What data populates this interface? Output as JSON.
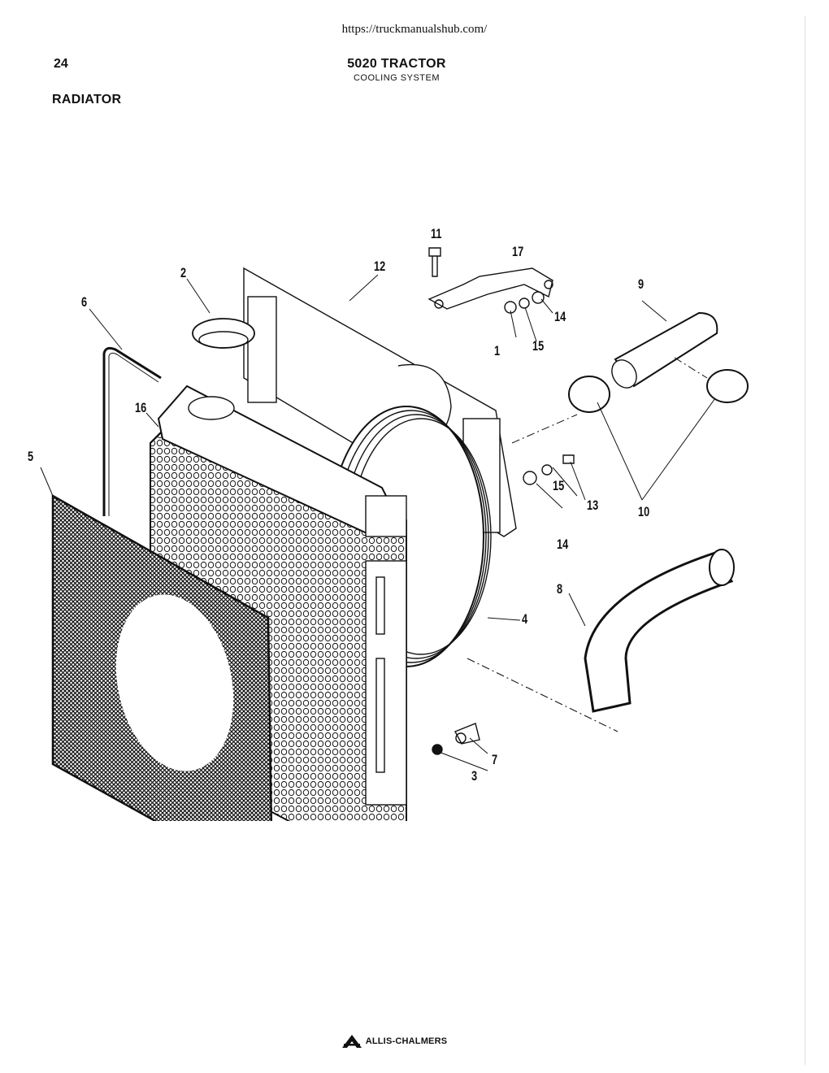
{
  "header": {
    "url": "https://truckmanualshub.com/",
    "page_number": "24",
    "title": "5020 TRACTOR",
    "subtitle": "COOLING SYSTEM",
    "section": "RADIATOR"
  },
  "diagram": {
    "callouts": [
      {
        "id": "c11",
        "label": "11"
      },
      {
        "id": "c17",
        "label": "17"
      },
      {
        "id": "c12",
        "label": "12"
      },
      {
        "id": "c2",
        "label": "2"
      },
      {
        "id": "c9",
        "label": "9"
      },
      {
        "id": "c6",
        "label": "6"
      },
      {
        "id": "c14a",
        "label": "14"
      },
      {
        "id": "c1",
        "label": "1"
      },
      {
        "id": "c15a",
        "label": "15"
      },
      {
        "id": "c16",
        "label": "16"
      },
      {
        "id": "c5",
        "label": "5"
      },
      {
        "id": "c15b",
        "label": "15"
      },
      {
        "id": "c13",
        "label": "13"
      },
      {
        "id": "c10",
        "label": "10"
      },
      {
        "id": "c14b",
        "label": "14"
      },
      {
        "id": "c8",
        "label": "8"
      },
      {
        "id": "c4",
        "label": "4"
      },
      {
        "id": "c7",
        "label": "7"
      },
      {
        "id": "c3",
        "label": "3"
      }
    ]
  },
  "footer": {
    "logo_text": "ALLIS-CHALMERS",
    "logo_icon": "allis-chalmers-a-logo-icon"
  }
}
